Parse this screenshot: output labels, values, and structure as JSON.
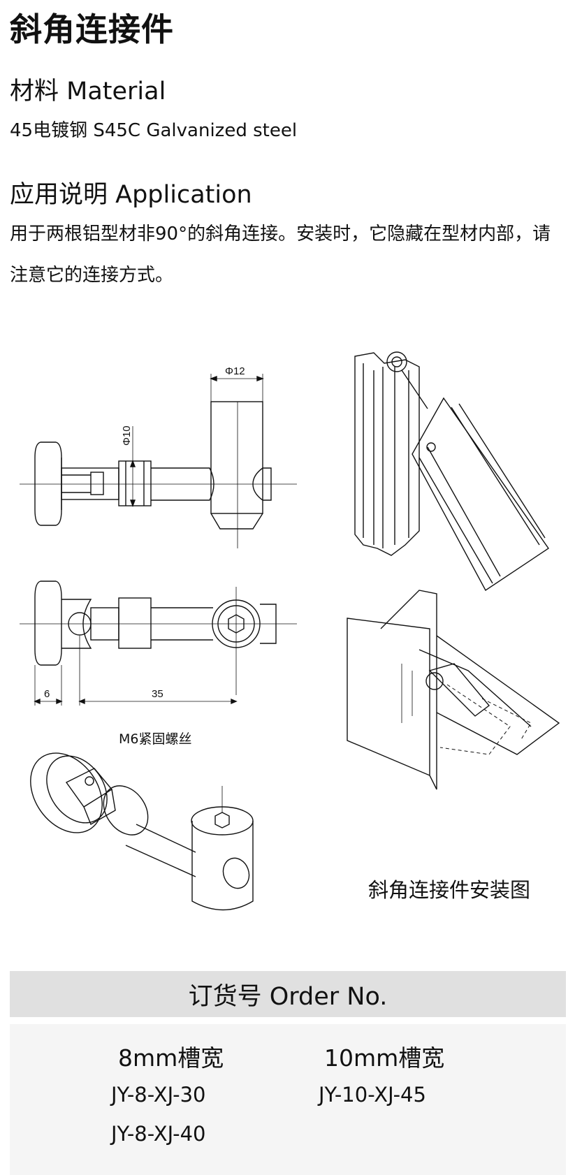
{
  "title": "斜角连接件",
  "material": {
    "heading": "材料 Material",
    "text": "45电镀钢 S45C Galvanized steel"
  },
  "application": {
    "heading": "应用说明 Application",
    "text": "用于两根铝型材非90°的斜角连接。安装时，它隐藏在型材内部，请注意它的连接方式。"
  },
  "drawing": {
    "dim_phi12": "Φ12",
    "dim_phi10": "Φ10",
    "dim_6": "6",
    "dim_35": "35",
    "screw_label": "M6紧固螺丝",
    "install_caption": "斜角连接件安装图"
  },
  "order": {
    "heading": "订货号 Order No.",
    "col1_heading": "8mm槽宽",
    "col2_heading": "10mm槽宽",
    "col1_items": [
      "JY-8-XJ-30",
      "JY-8-XJ-40"
    ],
    "col2_items": [
      "JY-10-XJ-45"
    ]
  }
}
